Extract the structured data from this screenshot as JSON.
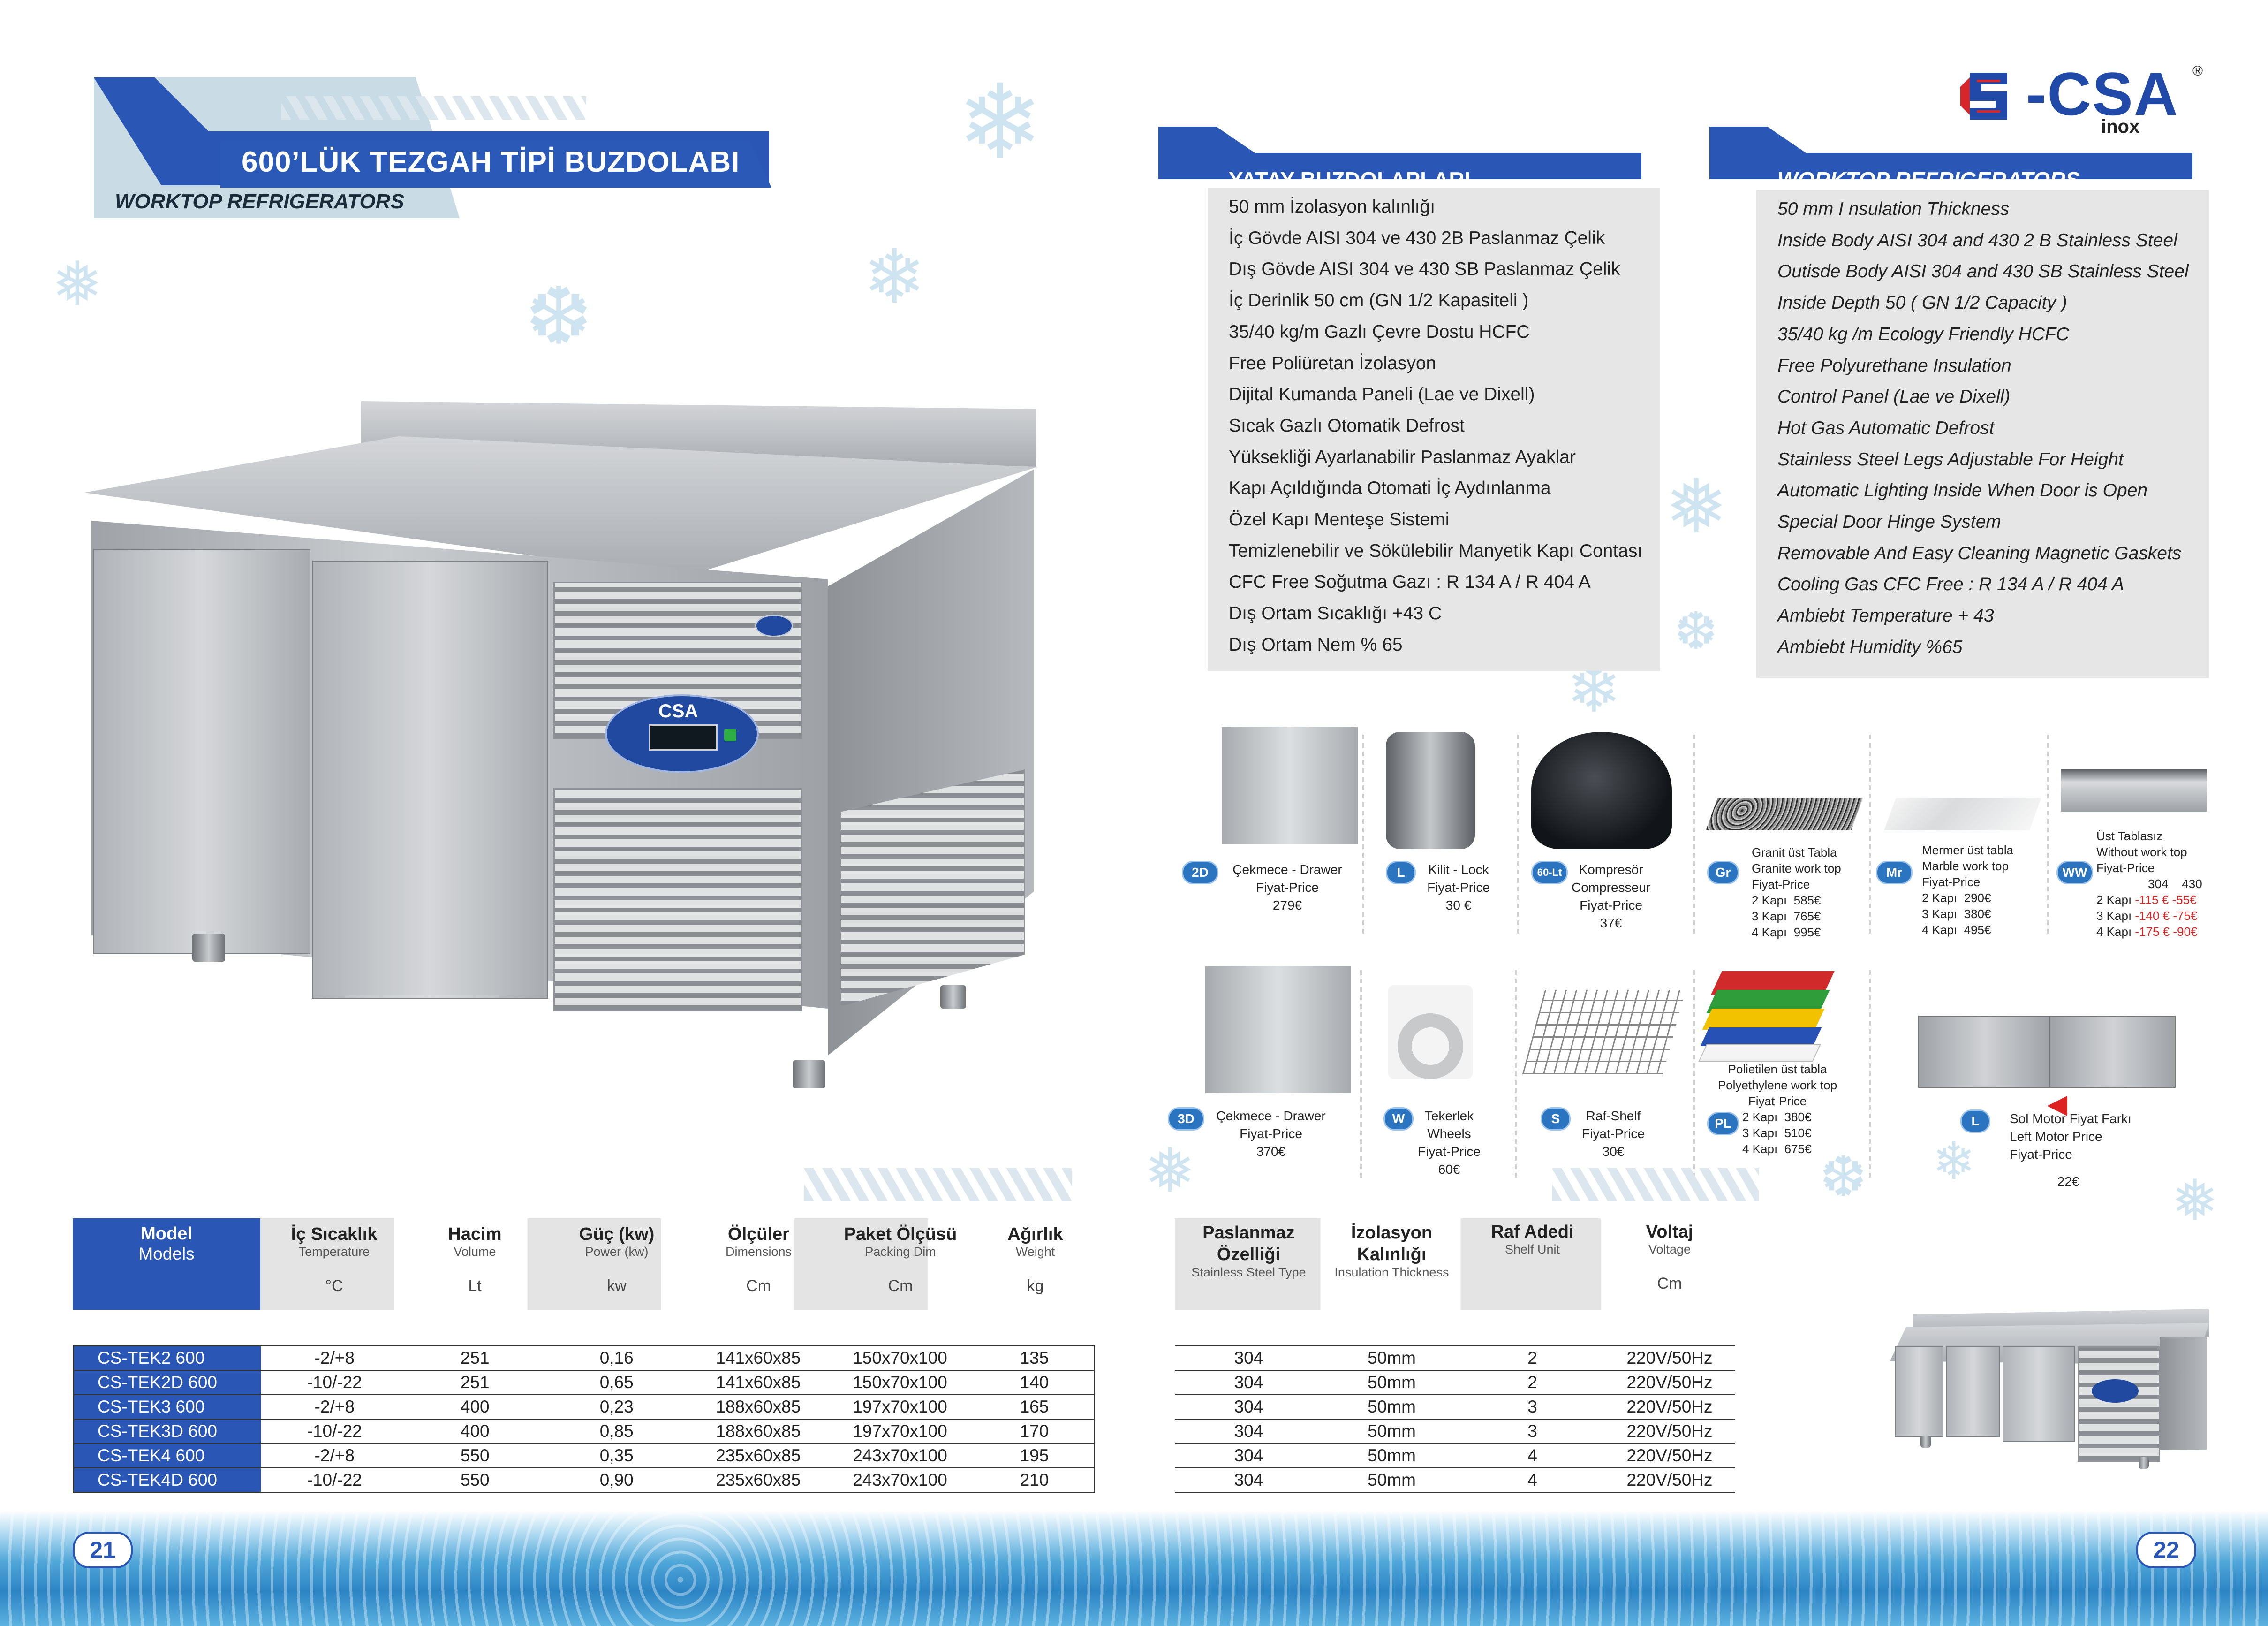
{
  "brand": {
    "logo_text": "-CSA",
    "logo_sub": "inox",
    "registered": "®"
  },
  "page_title": {
    "main": "600’LÜK TEZGAH TİPİ BUZDOLABI",
    "sub": "WORKTOP REFRIGERATORS"
  },
  "product_badges": {
    "brand": "CSA",
    "front_logo": "CSA"
  },
  "specs_tr": {
    "heading": "YATAY  BUZDOLAPLARI",
    "lines": [
      "50 mm İzolasyon kalınlığı",
      "İç Gövde AISI 304 ve 430 2B Paslanmaz Çelik",
      "Dış Gövde AISI 304 ve 430 SB Paslanmaz Çelik",
      "İç Derinlik 50 cm (GN 1/2 Kapasiteli )",
      "35/40 kg/m Gazlı Çevre Dostu HCFC",
      "Free Poliüretan İzolasyon",
      "Dijital Kumanda Paneli (Lae ve Dixell)",
      "Sıcak Gazlı Otomatik Defrost",
      "Yüksekliği Ayarlanabilir Paslanmaz Ayaklar",
      "Kapı Açıldığında Otomati İç Aydınlanma",
      "Özel  Kapı Menteşe Sistemi",
      "Temizlenebilir ve Sökülebilir Manyetik Kapı Contası",
      "CFC Free Soğutma Gazı : R 134 A  / R 404 A",
      "Dış Ortam Sıcaklığı  +43 C",
      "Dış Ortam Nem  % 65"
    ]
  },
  "specs_en": {
    "heading": "WORKTOP REFRIGERATORS",
    "lines": [
      "50 mm I nsulation Thickness",
      "Inside Body AISI 304 and 430 2 B Stainless Steel",
      "Outisde Body AISI 304 and 430 SB Stainless Steel",
      "Inside Depth 50 ( GN 1/2 Capacity )",
      "35/40 kg /m Ecology Friendly HCFC",
      "Free Polyurethane Insulation",
      "Control Panel (Lae ve Dixell)",
      "Hot Gas Automatic Defrost",
      "Stainless Steel Legs Adjustable For Height",
      "Automatic Lighting Inside When Door is Open",
      "Special Door Hinge System",
      "Removable And Easy Cleaning Magnetic Gaskets",
      "Cooling Gas CFC Free : R 134 A  / R 404 A",
      "Ambiebt Temperature + 43",
      "Ambiebt  Humidity  %65"
    ]
  },
  "accessories_row1": [
    {
      "badge": "2D",
      "lines": [
        "Çekmece - Drawer",
        "Fiyat-Price",
        "279€"
      ]
    },
    {
      "badge": "L",
      "lines": [
        "Kilit - Lock",
        "Fiyat-Price",
        "30 €"
      ]
    },
    {
      "badge": "60-Lt",
      "lines": [
        "Kompresör",
        "Compresseur",
        "Fiyat-Price",
        "37€"
      ]
    },
    {
      "badge": "Gr",
      "title_lines": [
        "Granit üst Tabla",
        "Granite work top",
        "Fiyat-Price"
      ],
      "prices": [
        [
          "2 Kapı",
          "585€"
        ],
        [
          "3 Kapı",
          "765€"
        ],
        [
          "4 Kapı",
          "995€"
        ]
      ]
    },
    {
      "badge": "Mr",
      "title_lines": [
        "Mermer üst tabla",
        "Marble work top",
        "Fiyat-Price"
      ],
      "prices": [
        [
          "2 Kapı",
          "290€"
        ],
        [
          "3 Kapı",
          "380€"
        ],
        [
          "4 Kapı",
          "495€"
        ]
      ]
    },
    {
      "badge": "WW",
      "title_lines": [
        "Üst Tablasız",
        "Without work top",
        "Fiyat-Price"
      ],
      "cols": [
        "304",
        "430"
      ],
      "prices": [
        [
          "2 Kapı",
          "-115 €",
          "-55€"
        ],
        [
          "3 Kapı",
          "-140 €",
          "-75€"
        ],
        [
          "4 Kapı",
          "-175 €",
          "-90€"
        ]
      ]
    }
  ],
  "accessories_row2": [
    {
      "badge": "3D",
      "lines": [
        "Çekmece - Drawer",
        "Fiyat-Price",
        "370€"
      ]
    },
    {
      "badge": "W",
      "lines": [
        "Tekerlek",
        "Wheels",
        "Fiyat-Price",
        "60€"
      ]
    },
    {
      "badge": "S",
      "lines": [
        "Raf-Shelf",
        "Fiyat-Price",
        "30€"
      ]
    },
    {
      "badge": "PL",
      "title_lines": [
        "Polietilen üst tabla",
        "Polyethylene work top",
        "Fiyat-Price"
      ],
      "prices": [
        [
          "2 Kapı",
          "380€"
        ],
        [
          "3 Kapı",
          "510€"
        ],
        [
          "4 Kapı",
          "675€"
        ]
      ]
    },
    {
      "badge": "L",
      "lines": [
        "Sol Motor Fiyat Farkı",
        "Left Motor Price",
        "Fiyat-Price"
      ],
      "price": "22€"
    }
  ],
  "left_table": {
    "headers": [
      {
        "main": "Model",
        "sub": "Models",
        "unit": ""
      },
      {
        "main": "İç Sıcaklık",
        "sub": "Temperature",
        "unit": "°C"
      },
      {
        "main": "Hacim",
        "sub": "Volume",
        "unit": "Lt"
      },
      {
        "main": "Güç (kw)",
        "sub": "Power (kw)",
        "unit": "kw"
      },
      {
        "main": "Ölçüler",
        "sub": "Dimensions",
        "unit": "Cm"
      },
      {
        "main": "Paket Ölçüsü",
        "sub": "Packing Dim",
        "unit": "Cm"
      },
      {
        "main": "Ağırlık",
        "sub": "Weight",
        "unit": "kg"
      }
    ],
    "rows": [
      [
        "CS-TEK2     600",
        "-2/+8",
        "251",
        "0,16",
        "141x60x85",
        "150x70x100",
        "135"
      ],
      [
        "CS-TEK2D   600",
        "-10/-22",
        "251",
        "0,65",
        "141x60x85",
        "150x70x100",
        "140"
      ],
      [
        "CS-TEK3     600",
        "-2/+8",
        "400",
        "0,23",
        "188x60x85",
        "197x70x100",
        "165"
      ],
      [
        "CS-TEK3D   600",
        "-10/-22",
        "400",
        "0,85",
        "188x60x85",
        "197x70x100",
        "170"
      ],
      [
        "CS-TEK4     600",
        "-2/+8",
        "550",
        "0,35",
        "235x60x85",
        "243x70x100",
        "195"
      ],
      [
        "CS-TEK4D   600",
        "-10/-22",
        "550",
        "0,90",
        "235x60x85",
        "243x70x100",
        "210"
      ]
    ]
  },
  "right_table": {
    "headers": [
      {
        "main": "Paslanmaz Özelliği",
        "sub": "Stainless Steel Type",
        "unit": ""
      },
      {
        "main": "İzolasyon Kalınlığı",
        "sub": "Insulation Thickness",
        "unit": ""
      },
      {
        "main": "Raf Adedi",
        "sub": "Shelf Unit",
        "unit": ""
      },
      {
        "main": "Voltaj",
        "sub": "Voltage",
        "unit": "Cm"
      }
    ],
    "rows": [
      [
        "304",
        "50mm",
        "2",
        "220V/50Hz"
      ],
      [
        "304",
        "50mm",
        "2",
        "220V/50Hz"
      ],
      [
        "304",
        "50mm",
        "3",
        "220V/50Hz"
      ],
      [
        "304",
        "50mm",
        "3",
        "220V/50Hz"
      ],
      [
        "304",
        "50mm",
        "4",
        "220V/50Hz"
      ],
      [
        "304",
        "50mm",
        "4",
        "220V/50Hz"
      ]
    ]
  },
  "page_numbers": {
    "left": "21",
    "right": "22"
  },
  "colors": {
    "brand_blue": "#2a57b6",
    "logo_red": "#d4262b",
    "spec_bg": "#e6e6e6",
    "price_red": "#d22222"
  }
}
